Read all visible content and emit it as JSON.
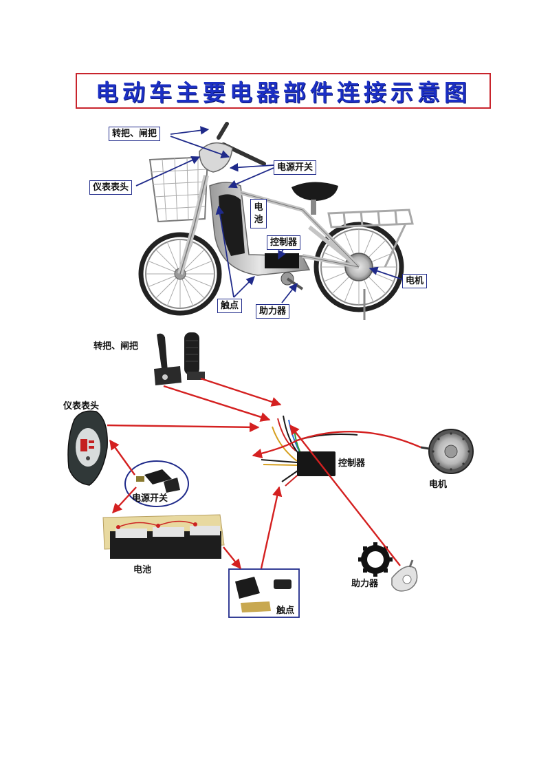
{
  "title": "电动车主要电器部件连接示意图",
  "top_labels": {
    "throttle_brake": "转把、闸把",
    "power_switch": "电源开关",
    "meter_head": "仪表表头",
    "battery": "电池",
    "controller": "控制器",
    "motor": "电机",
    "contact": "触点",
    "assist_sensor": "助力器"
  },
  "bottom_labels": {
    "throttle_brake": "转把、闸把",
    "meter_head": "仪表表头",
    "power_switch": "电源开关",
    "controller": "控制器",
    "motor": "电机",
    "battery": "电池",
    "assist_sensor": "助力器",
    "contact": "触点"
  },
  "colors": {
    "title_border": "#c8242c",
    "title_text": "#1b2fc4",
    "label_arrow": "#1f2a8a",
    "wire_arrow": "#d42020"
  }
}
